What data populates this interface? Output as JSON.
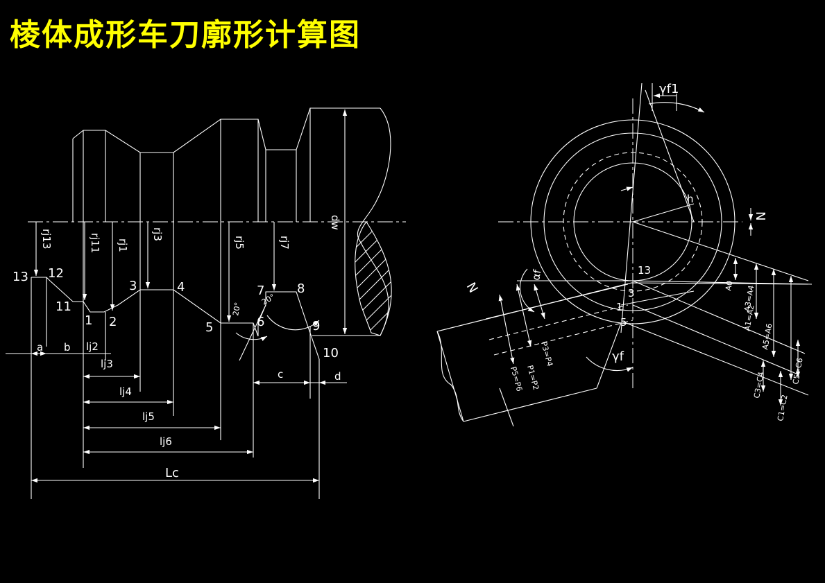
{
  "title": "棱体成形车刀廓形计算图",
  "left_view": {
    "points": [
      "13",
      "12",
      "11",
      "1",
      "2",
      "3",
      "4",
      "5",
      "6",
      "7",
      "8",
      "9",
      "10"
    ],
    "radii": [
      "rj13",
      "rj11",
      "rj1",
      "rj3",
      "rj5",
      "rj7"
    ],
    "diameter": "dw",
    "lengths": [
      "a",
      "b",
      "lj2",
      "lj3",
      "lj4",
      "lj5",
      "lj6",
      "Lc",
      "c",
      "d"
    ],
    "angles": [
      "20°",
      "20°"
    ]
  },
  "right_view": {
    "angles": [
      "γf1",
      "γf",
      "αf"
    ],
    "h": "h",
    "N": "N",
    "points": [
      "13",
      "3",
      "1",
      "5"
    ],
    "dims_right": [
      "A0",
      "A3=A4",
      "A1=A2",
      "A5=A6"
    ],
    "dims_right_lower": [
      "C3=C4",
      "C1=C2",
      "C5=C6"
    ],
    "dims_left": [
      "P3=P4",
      "P1=P2",
      "P5=P6"
    ]
  }
}
